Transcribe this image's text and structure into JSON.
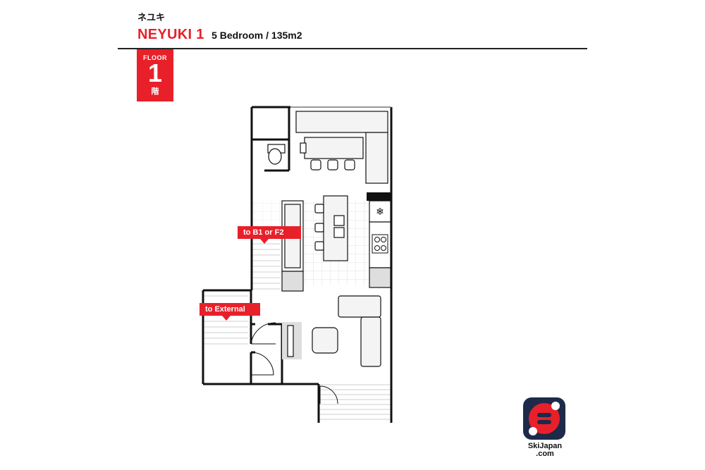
{
  "header": {
    "kana": "ネユキ",
    "title": "NEYUKI 1",
    "subtitle": "5 Bedroom / 135m2"
  },
  "floor_badge": {
    "label": "FLOOR",
    "number": "1",
    "kanji": "階"
  },
  "plan_labels": {
    "stairs": "to B1 or F2",
    "external": "to External"
  },
  "logo": {
    "line1": "SkiJapan",
    "line2": ".com"
  },
  "colors": {
    "accent": "#e8202a",
    "logo_navy": "#1d2a4a",
    "wall": "#111111",
    "fixture_fill": "#f4f4f4",
    "shade": "#dedede"
  }
}
